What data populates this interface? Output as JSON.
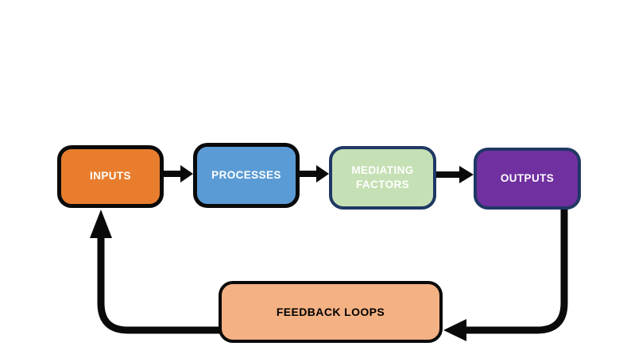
{
  "diagram": {
    "type": "flowchart",
    "background": "#FFFFFF",
    "arrow_color": "#0A0A0A",
    "nodes": [
      {
        "id": "inputs",
        "label": "INPUTS",
        "fill": "#E87D2E",
        "border": "#0A0A0A",
        "text_color": "#FFFFFF"
      },
      {
        "id": "processes",
        "label": "PROCESSES",
        "fill": "#5B9BD5",
        "border": "#0A0A0A",
        "text_color": "#FFFFFF"
      },
      {
        "id": "mediating-factors",
        "label": "MEDIATING FACTORS",
        "fill": "#C5E0B4",
        "border": "#1F3864",
        "text_color": "#FFFFFF"
      },
      {
        "id": "outputs",
        "label": "OUTPUTS",
        "fill": "#7030A0",
        "border": "#1F3864",
        "text_color": "#FFFFFF"
      },
      {
        "id": "feedback-loops",
        "label": "FEEDBACK LOOPS",
        "fill": "#F4B183",
        "border": "#0A0A0A",
        "text_color": "#000000"
      }
    ],
    "edges": [
      {
        "from": "inputs",
        "to": "processes"
      },
      {
        "from": "processes",
        "to": "mediating-factors"
      },
      {
        "from": "mediating-factors",
        "to": "outputs"
      },
      {
        "from": "outputs",
        "to": "feedback-loops"
      },
      {
        "from": "feedback-loops",
        "to": "inputs"
      }
    ]
  }
}
